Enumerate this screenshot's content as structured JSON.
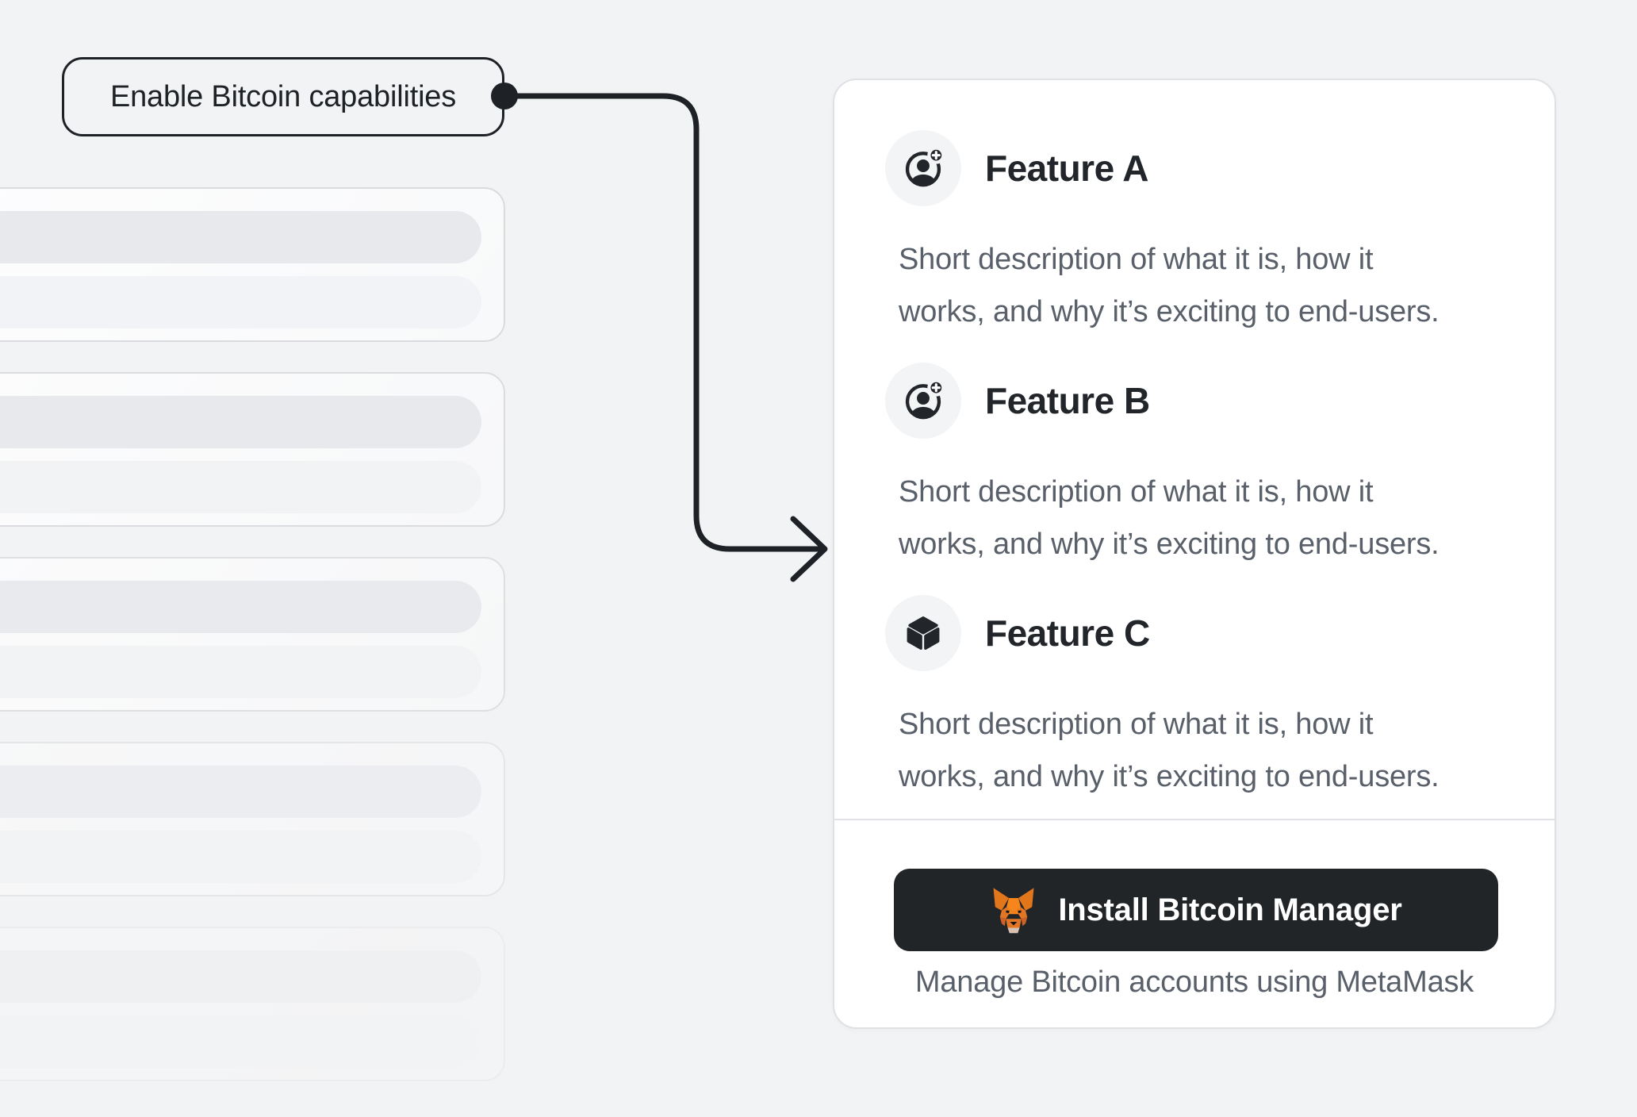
{
  "callout": {
    "label": "Enable Bitcoin capabilities"
  },
  "panel": {
    "features": [
      {
        "title": "Feature A",
        "icon": "user-add-icon",
        "desc_line1": "Short description of what it is, how it",
        "desc_line2": "works, and why it’s exciting to end-users."
      },
      {
        "title": "Feature B",
        "icon": "user-add-icon",
        "desc_line1": "Short description of what it is, how it",
        "desc_line2": "works, and why it’s exciting to end-users."
      },
      {
        "title": "Feature C",
        "icon": "cube-icon",
        "desc_line1": "Short description of what it is, how it",
        "desc_line2": "works, and why it’s exciting to end-users."
      }
    ],
    "install_button": {
      "label": "Install Bitcoin Manager",
      "icon": "metamask-fox-icon"
    },
    "caption": "Manage Bitcoin accounts using MetaMask"
  },
  "colors": {
    "page_bg": "#f2f3f4",
    "ink": "#1e2126",
    "card_bg": "#ffffff",
    "muted_text": "#59606a",
    "button_bg": "#212528",
    "metamask_orange": "#f5841f"
  }
}
